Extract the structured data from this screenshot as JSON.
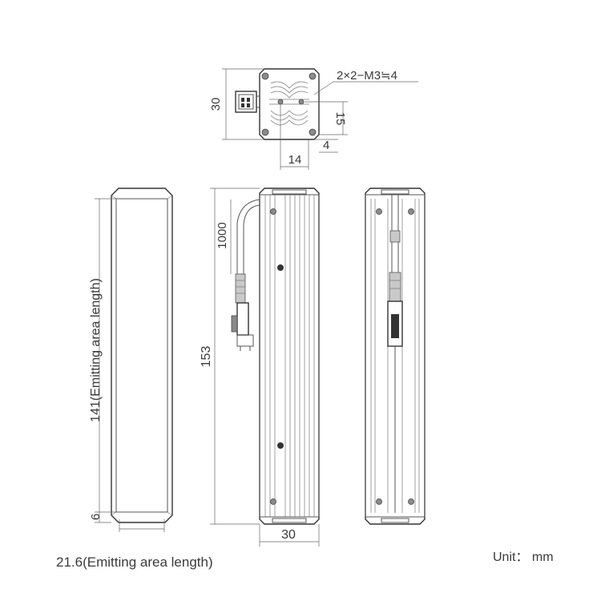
{
  "labels": {
    "mount_spec": "2×2−M3≒4",
    "height_30": "30",
    "offset_15": "15",
    "offset_4": "4",
    "width_14": "14",
    "cable_length": "1000",
    "emit_length": "141(Emitting area length)",
    "total_length": "153",
    "offset_6": "6",
    "side_width_30": "30",
    "emit_width": "21.6(Emitting area length)",
    "unit": "Unit： mm"
  }
}
